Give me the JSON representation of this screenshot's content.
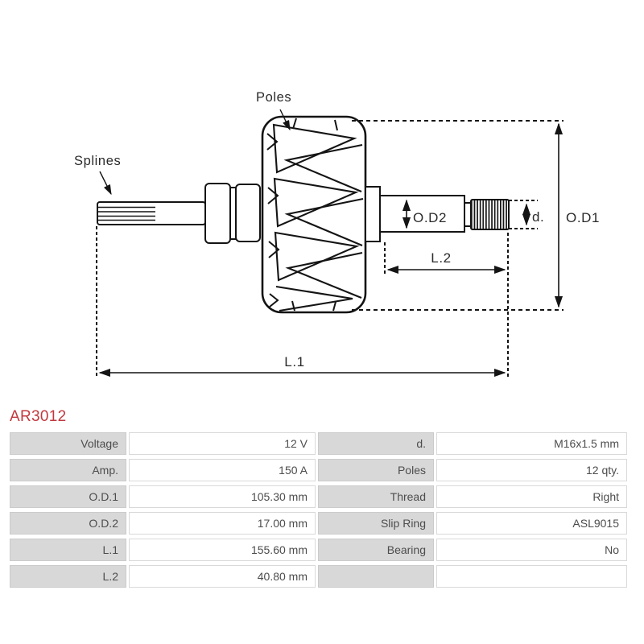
{
  "part_number": "AR3012",
  "diagram": {
    "labels": {
      "poles": "Poles",
      "splines": "Splines",
      "od2": "O.D2",
      "d": "d.",
      "od1": "O.D1",
      "l2": "L.2",
      "l1": "L.1"
    }
  },
  "table": {
    "rows": [
      {
        "c1": "Voltage",
        "c2": "12 V",
        "c3": "d.",
        "c4": "M16x1.5 mm"
      },
      {
        "c1": "Amp.",
        "c2": "150 A",
        "c3": "Poles",
        "c4": "12 qty."
      },
      {
        "c1": "O.D.1",
        "c2": "105.30 mm",
        "c3": "Thread",
        "c4": "Right"
      },
      {
        "c1": "O.D.2",
        "c2": "17.00 mm",
        "c3": "Slip Ring",
        "c4": "ASL9015"
      },
      {
        "c1": "L.1",
        "c2": "155.60 mm",
        "c3": "Bearing",
        "c4": "No"
      },
      {
        "c1": "L.2",
        "c2": "40.80 mm",
        "c3": "",
        "c4": ""
      }
    ]
  },
  "colors": {
    "part_number_red": "#c0393f",
    "drawing_line": "#141414",
    "table_label_bg": "#d8d8d8",
    "table_text": "#4d4d4d"
  }
}
